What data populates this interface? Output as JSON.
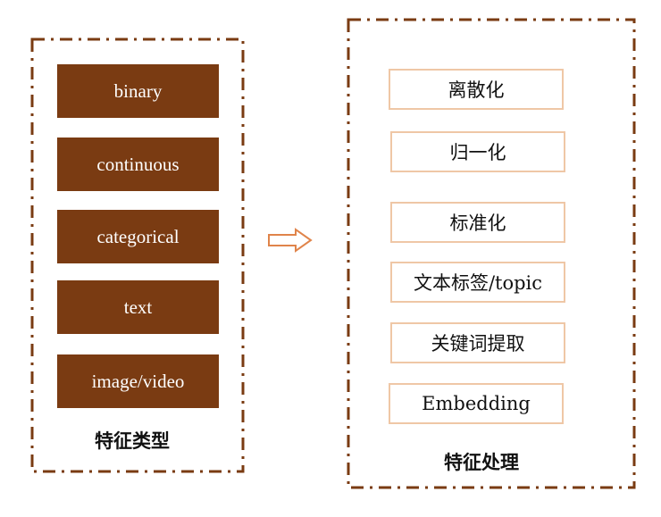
{
  "left_panel": {
    "items": [
      "binary",
      "continuous",
      "categorical",
      "text",
      "image/video"
    ],
    "caption": "特征类型"
  },
  "right_panel": {
    "items": [
      "离散化",
      "归一化",
      "标准化",
      "文本标签/topic",
      "关键词提取",
      "Embedding"
    ],
    "caption": "特征处理"
  },
  "colors": {
    "frame": "#7a3b12",
    "type_box_fill": "#7a3b12",
    "proc_box_border": "#efc7a6",
    "arrow": "#e0844a"
  },
  "icons": {
    "arrow": "right-hollow-arrow-icon"
  }
}
